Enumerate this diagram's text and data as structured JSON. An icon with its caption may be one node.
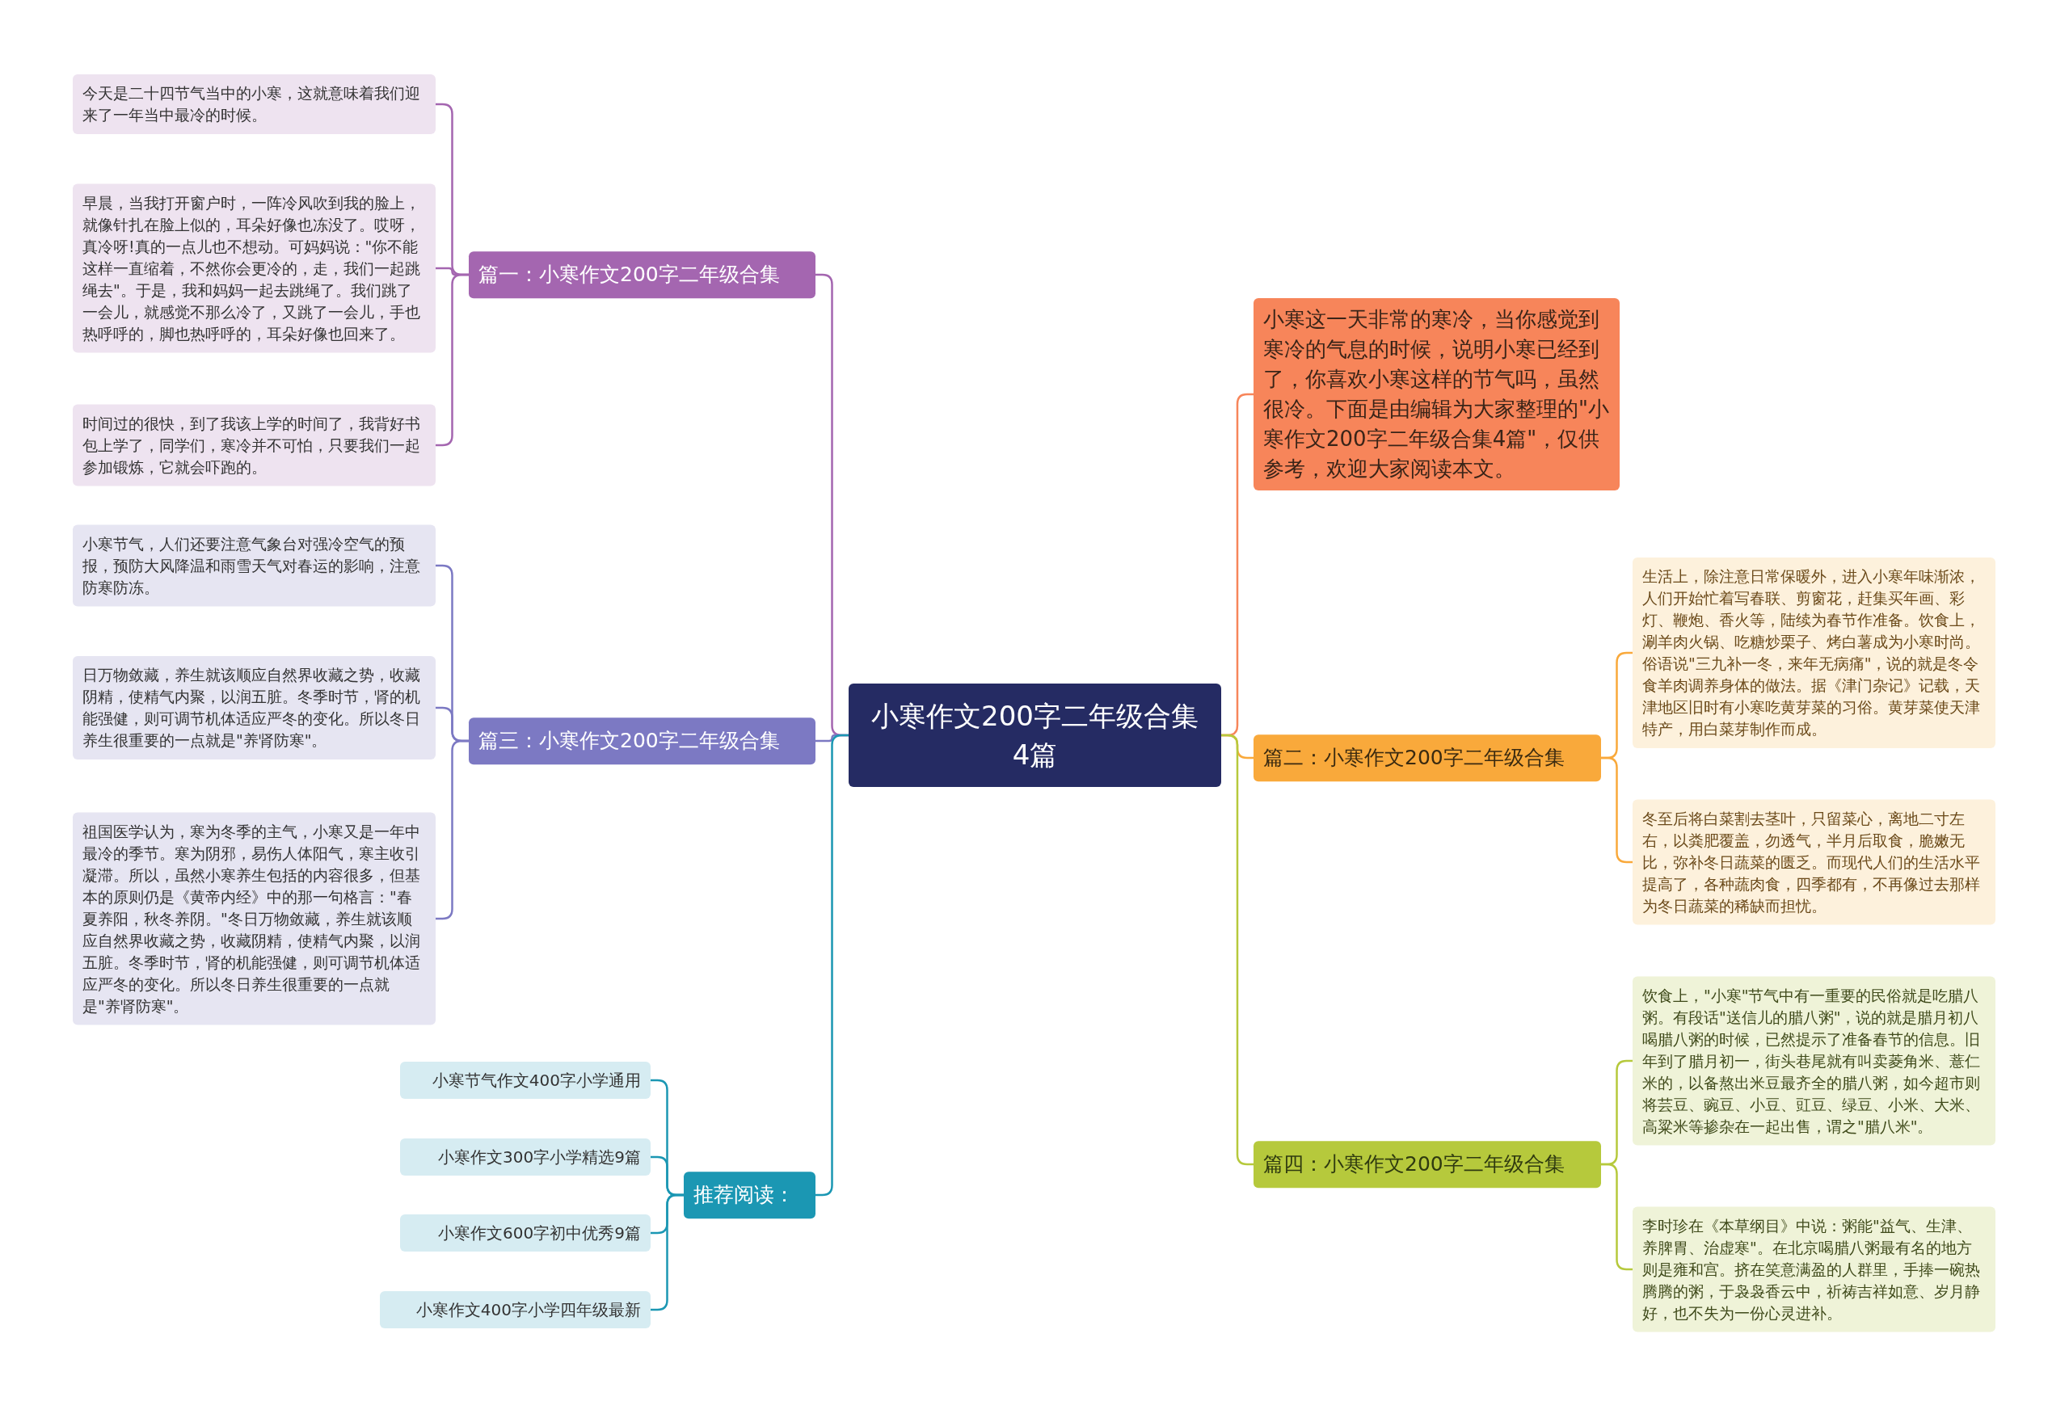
{
  "diagram": {
    "nodes": [
      {
        "text": [
          "小寒作文200字二年级合集4篇"
        ]
      },
      {
        "text": [
          "篇一：小寒作文200字二年级合集"
        ]
      },
      {
        "text": [
          "今天是二十四节气当中的小寒，这就意味着我们迎来了一年当中最冷的时候。"
        ]
      },
      {
        "text": [
          "早晨，当我打开窗户时，一阵冷风吹到我的脸上，就像针扎在脸上似的，耳朵好像也冻没了。哎呀，真冷呀!真的一点儿也不想动。可妈妈说：\"你不能这样一直缩着，不然你会更冷的，走，我们一起跳绳去\"。于是，我和妈妈一起去跳绳了。我们跳了一会儿，就感觉不那么冷了，又跳了一会儿，手也热呼呼的，脚也热呼呼的，耳朵好像也回来了。"
        ]
      },
      {
        "text": [
          "时间过的很快，到了我该上学的时间了，我背好书包上学了，同学们，寒冷并不可怕，只要我们一起参加锻炼，它就会吓跑的。"
        ]
      },
      {
        "text": [
          "篇三：小寒作文200字二年级合集"
        ]
      },
      {
        "text": [
          "小寒节气，人们还要注意气象台对强冷空气的预报，预防大风降温和雨雪天气对春运的影响，注意防寒防冻。"
        ]
      },
      {
        "text": [
          "日万物敛藏，养生就该顺应自然界收藏之势，收藏阴精，使精气内聚，以润五脏。冬季时节，肾的机能强健，则可调节机体适应严冬的变化。所以冬日养生很重要的一点就是\"养肾防寒\"。"
        ]
      },
      {
        "text": [
          "祖国医学认为，寒为冬季的主气，小寒又是一年中最冷的季节。寒为阴邪，易伤人体阳气，寒主收引凝滞。所以，虽然小寒养生包括的内容很多，但基本的原则仍是《黄帝内经》中的那一句格言：\"春夏养阳，秋冬养阴。\"冬日万物敛藏，养生就该顺应自然界收藏之势，收藏阴精，使精气内聚，以润五脏。冬季时节，肾的机能强健，则可调节机体适应严冬的变化。所以冬日养生很重要的一点就是\"养肾防寒\"。"
        ]
      },
      {
        "text": [
          "推荐阅读："
        ]
      },
      {
        "text": [
          "小寒节气作文400字小学通用"
        ]
      },
      {
        "text": [
          "小寒作文300字小学精选9篇"
        ]
      },
      {
        "text": [
          "小寒作文600字初中优秀9篇"
        ]
      },
      {
        "text": [
          "小寒作文400字小学四年级最新"
        ]
      },
      {
        "text": [
          "小寒这一天非常的寒冷，当你感觉到寒冷的气息的时候，说明小寒已经到了，你喜欢小寒这样的节气吗，虽然很冷。下面是由编辑为大家整理的\"小寒作文200字二年级合集4篇\"，仅供参考，欢迎大家阅读本文。"
        ]
      },
      {
        "text": [
          "篇二：小寒作文200字二年级合集"
        ]
      },
      {
        "text": [
          "生活上，除注意日常保暖外，进入小寒年味渐浓，人们开始忙着写春联、剪窗花，赶集买年画、彩灯、鞭炮、香火等，陆续为春节作准备。饮食上，涮羊肉火锅、吃糖炒栗子、烤白薯成为小寒时尚。俗语说\"三九补一冬，来年无病痛\"，说的就是冬令食羊肉调养身体的做法。据《津门杂记》记载，天津地区旧时有小寒吃黄芽菜的习俗。黄芽菜使天津特产，用白菜芽制作而成。"
        ]
      },
      {
        "text": [
          "冬至后将白菜割去茎叶，只留菜心，离地二寸左右，以粪肥覆盖，勿透气，半月后取食，脆嫩无比，弥补冬日蔬菜的匮乏。而现代人们的生活水平提高了，各种蔬肉食，四季都有，不再像过去那样为冬日蔬菜的稀缺而担忧。"
        ]
      },
      {
        "text": [
          "篇四：小寒作文200字二年级合集"
        ]
      },
      {
        "text": [
          "饮食上，\"小寒\"节气中有一重要的民俗就是吃腊八粥。有段话\"送信儿的腊八粥\"，说的就是腊月初八喝腊八粥的时候，已然提示了准备春节的信息。旧年到了腊月初一，街头巷尾就有叫卖菱角米、薏仁米的，以备熬出米豆最齐全的腊八粥，如今超市则将芸豆、豌豆、小豆、豇豆、绿豆、小米、大米、高粱米等掺杂在一起出售，谓之\"腊八米\"。"
        ]
      },
      {
        "text": [
          "李时珍在《本草纲目》中说：粥能\"益气、生津、养脾胃、治虚寒\"。在北京喝腊八粥最有名的地方则是雍和宫。挤在笑意满盈的人群里，手捧一碗热腾腾的粥，于袅袅香云中，祈祷吉祥如意、岁月静好，也不失为一份心灵进补。"
        ]
      }
    ],
    "edges": [
      {
        "from": 0,
        "to": 1,
        "arrow": "none",
        "color": "#a466b0"
      },
      {
        "from": 1,
        "to": 2,
        "arrow": "none",
        "color": "#a466b0"
      },
      {
        "from": 1,
        "to": 3,
        "arrow": "none",
        "color": "#a466b0"
      },
      {
        "from": 1,
        "to": 4,
        "arrow": "none",
        "color": "#a466b0"
      },
      {
        "from": 0,
        "to": 5,
        "arrow": "none",
        "color": "#7c79c3"
      },
      {
        "from": 5,
        "to": 6,
        "arrow": "none",
        "color": "#7c79c3"
      },
      {
        "from": 5,
        "to": 7,
        "arrow": "none",
        "color": "#7c79c3"
      },
      {
        "from": 5,
        "to": 8,
        "arrow": "none",
        "color": "#7c79c3"
      },
      {
        "from": 0,
        "to": 9,
        "arrow": "none",
        "color": "#1b97b3"
      },
      {
        "from": 9,
        "to": 10,
        "arrow": "none",
        "color": "#1b97b3"
      },
      {
        "from": 9,
        "to": 11,
        "arrow": "none",
        "color": "#1b97b3"
      },
      {
        "from": 9,
        "to": 12,
        "arrow": "none",
        "color": "#1b97b3"
      },
      {
        "from": 9,
        "to": 13,
        "arrow": "none",
        "color": "#1b97b3"
      },
      {
        "from": 0,
        "to": 14,
        "arrow": "none",
        "color": "#f7855a"
      },
      {
        "from": 0,
        "to": 15,
        "arrow": "none",
        "color": "#f9a93b"
      },
      {
        "from": 15,
        "to": 16,
        "arrow": "none",
        "color": "#f9a93b"
      },
      {
        "from": 15,
        "to": 17,
        "arrow": "none",
        "color": "#f9a93b"
      },
      {
        "from": 0,
        "to": 18,
        "arrow": "none",
        "color": "#b6c93c"
      },
      {
        "from": 18,
        "to": 19,
        "arrow": "none",
        "color": "#b6c93c"
      },
      {
        "from": 18,
        "to": 20,
        "arrow": "none",
        "color": "#b6c93c"
      }
    ]
  }
}
